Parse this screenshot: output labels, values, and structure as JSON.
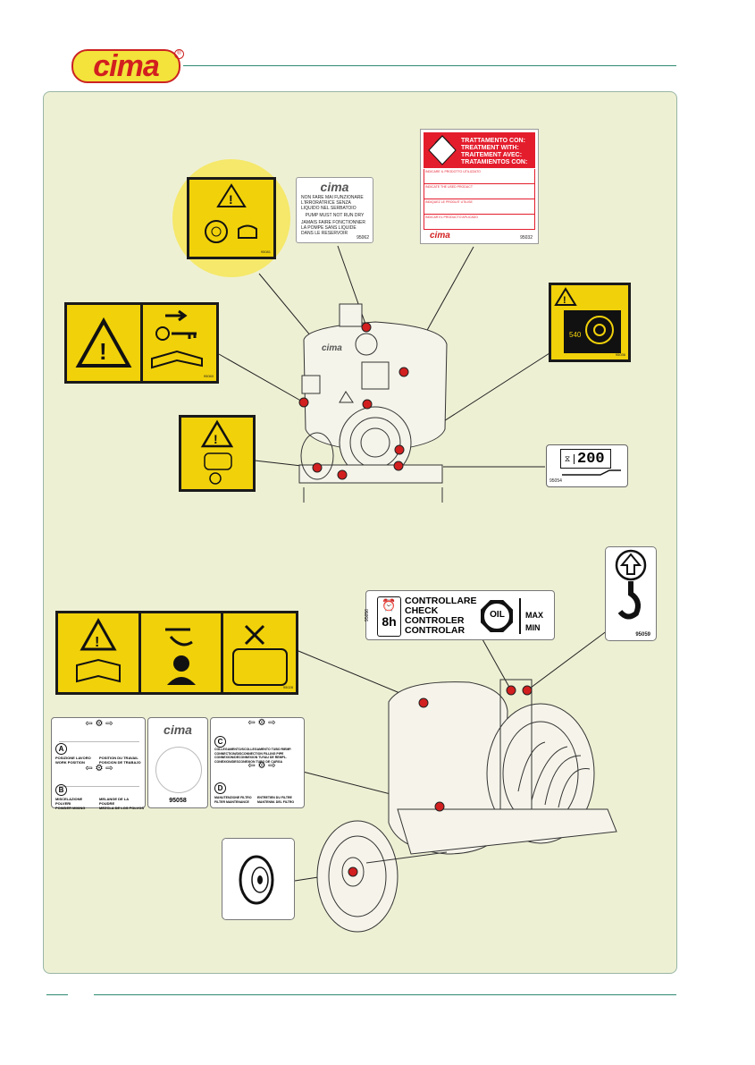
{
  "brand": {
    "logo_text": "cima",
    "color_red": "#d21f1f",
    "color_yellow": "#f3e33a",
    "rule_color": "#2e8a72",
    "panel_bg": "#eef0d4"
  },
  "pump_label": {
    "logo": "cima",
    "lines_it": "NON FARE MAI FUNZIONARE L'IRRORATRICE SENZA LIQUIDO NEL SERBATOIO",
    "lines_en": "PUMP MUST NOT RUN DRY",
    "lines_fr": "JAMAIS FAIRE FONCTIONNER LA POMPE SANS LIQUIDE DANS LE RESERVOIR",
    "code": "95062"
  },
  "treatment_label": {
    "lines": [
      "TRATTAMENTO CON:",
      "TREATMENT WITH:",
      "TRAITEMENT AVEC:",
      "TRATAMIENTOS CON:"
    ],
    "rows": [
      "INDICARE IL PRODOTTO UTILIZZATO",
      "INDICATE THE USED PRODUCT",
      "INDIQUEZ LE PRODUIT UTILISE",
      "INDICAR EL PRODUCTO APLICADO"
    ],
    "logo": "cima",
    "code": "95032"
  },
  "codes": {
    "keys": "95060",
    "pto": "95036",
    "pressure": "95054",
    "tank": "95028",
    "oil": "95056",
    "hook": "95059",
    "positions": "95058",
    "circle_label": "95081"
  },
  "pressure": {
    "value": "200"
  },
  "oil_label": {
    "hours": "8h",
    "lines": [
      "CONTROLLARE",
      "CHECK",
      "CONTROLER",
      "CONTROLAR"
    ],
    "oil": "OIL",
    "max": "MAX",
    "min": "MIN"
  },
  "pto_label": {
    "rpm": "540"
  },
  "positions_label": {
    "A": "A",
    "B": "B",
    "C": "C",
    "D": "D",
    "a_text_1": "POSIZIONE LAVORO\nWORK POSITION",
    "a_text_2": "POSITION DU TRAVAIL\nPOSICION DE TRABAJO",
    "b_text_1": "MISCELAZIONE POLVERI\nPOWDER MIXING",
    "b_text_2": "MELANGE DE LA POUDRE\nMEZCLA DE LOS POLVOS",
    "c_text": "COLLEGAMENTO/SCOLLEGAMENTO TUBO RIEMP.\nCONNECTION/DISCONNECTION FILLING PIPE\nCONNEXION/DECONNEXION TUYAU DE REMPL.\nCONEXION/DESCONEXION TUBO DE CARGA",
    "d_text_1": "MANUTENZIONE FILTRO\nFILTER MAINTENANCE",
    "d_text_2": "ENTRETIEN DU FILTRE\nMANTENIM. DEL FILTRO",
    "logo": "cima"
  }
}
